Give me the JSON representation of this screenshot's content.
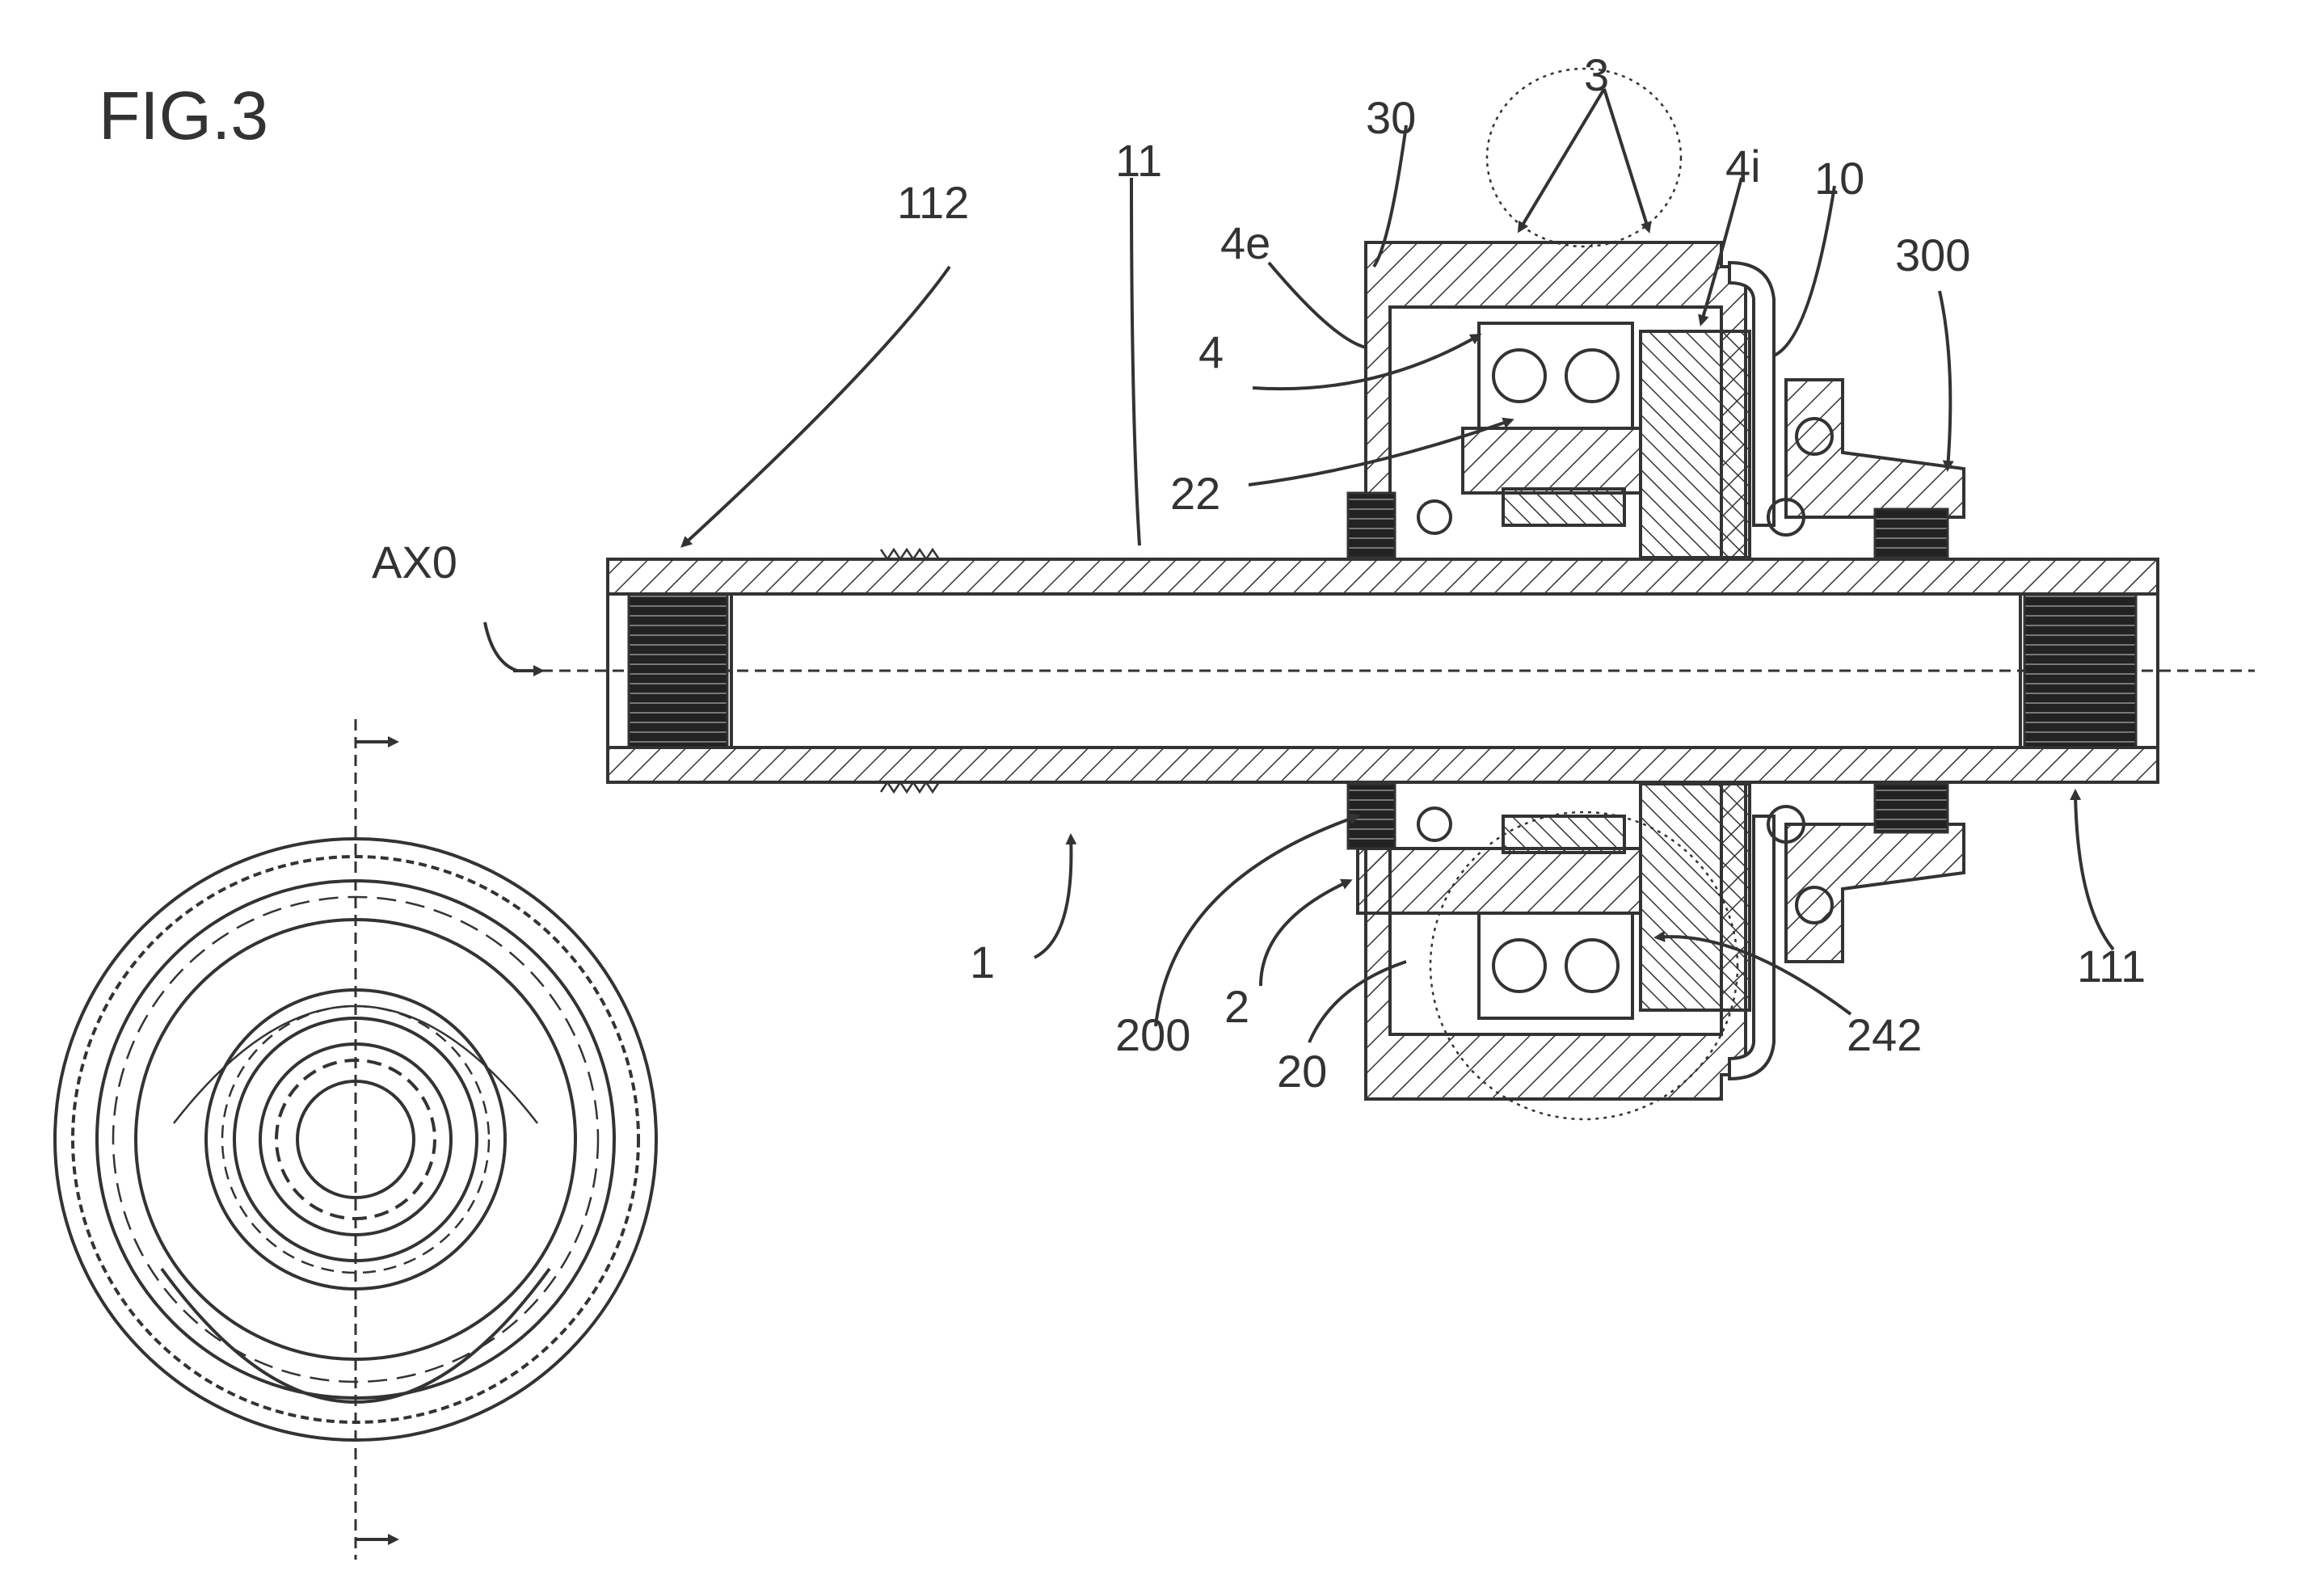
{
  "figure": {
    "title": "FIG.3"
  },
  "labels": {
    "axis": "AX0",
    "l112": "112",
    "l11": "11",
    "l30": "30",
    "l3": "3",
    "l4i": "4i",
    "l10": "10",
    "l4e": "4e",
    "l300": "300",
    "l4": "4",
    "l22": "22",
    "l1": "1",
    "l200": "200",
    "l2": "2",
    "l20": "20",
    "l242": "242",
    "l111": "111"
  }
}
